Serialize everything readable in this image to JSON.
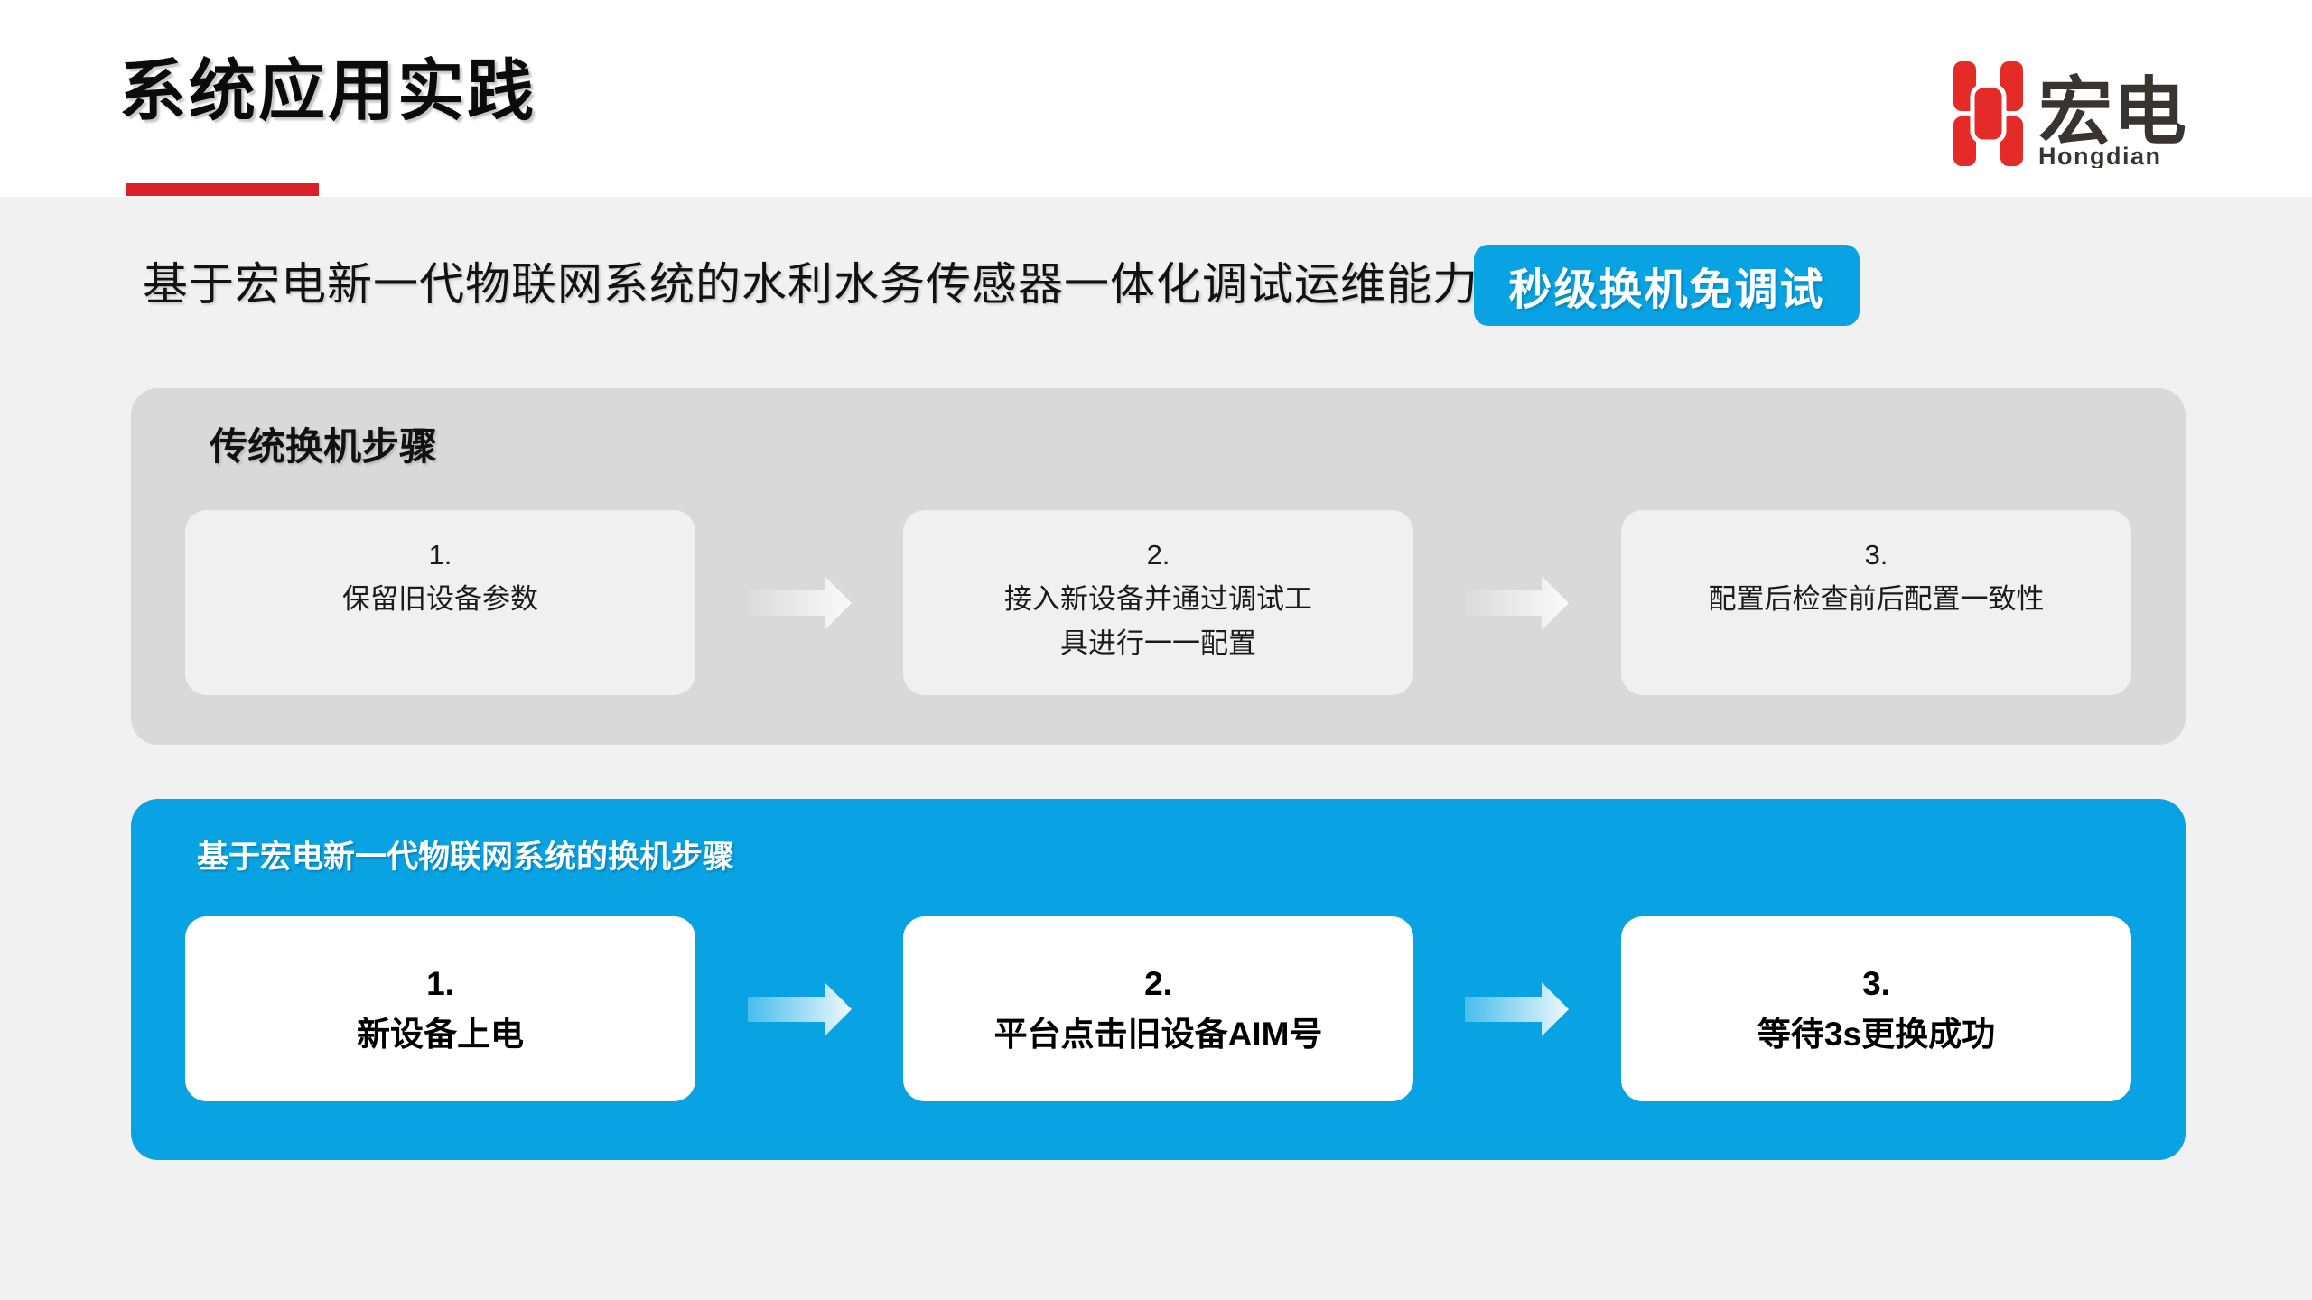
{
  "page": {
    "title": "系统应用实践",
    "subtitle": "基于宏电新一代物联网系统的水利水务传感器一体化调试运维能力",
    "badge": "秒级换机免调试"
  },
  "logo": {
    "name_cn": "宏电",
    "name_en": "Hongdian"
  },
  "colors": {
    "accent_blue": "#09A2E3",
    "accent_red": "#DB2127",
    "logo_red": "#E42B28",
    "panel_gray": "#D9D9DA",
    "card_gray": "#F0F0F1",
    "page_background": "#F1F1F2"
  },
  "traditional_flow": {
    "heading": "传统换机步骤",
    "steps": [
      {
        "number": "1.",
        "text": "保留旧设备参数"
      },
      {
        "number": "2.",
        "text": "接入新设备并通过调试工\n具进行一一配置"
      },
      {
        "number": "3.",
        "text": "配置后检查前后配置一致性"
      }
    ]
  },
  "hongdian_flow": {
    "heading": "基于宏电新一代物联网系统的换机步骤",
    "steps": [
      {
        "number": "1.",
        "text": "新设备上电"
      },
      {
        "number": "2.",
        "text": "平台点击旧设备AIM号"
      },
      {
        "number": "3.",
        "text": "等待3s更换成功"
      }
    ]
  }
}
